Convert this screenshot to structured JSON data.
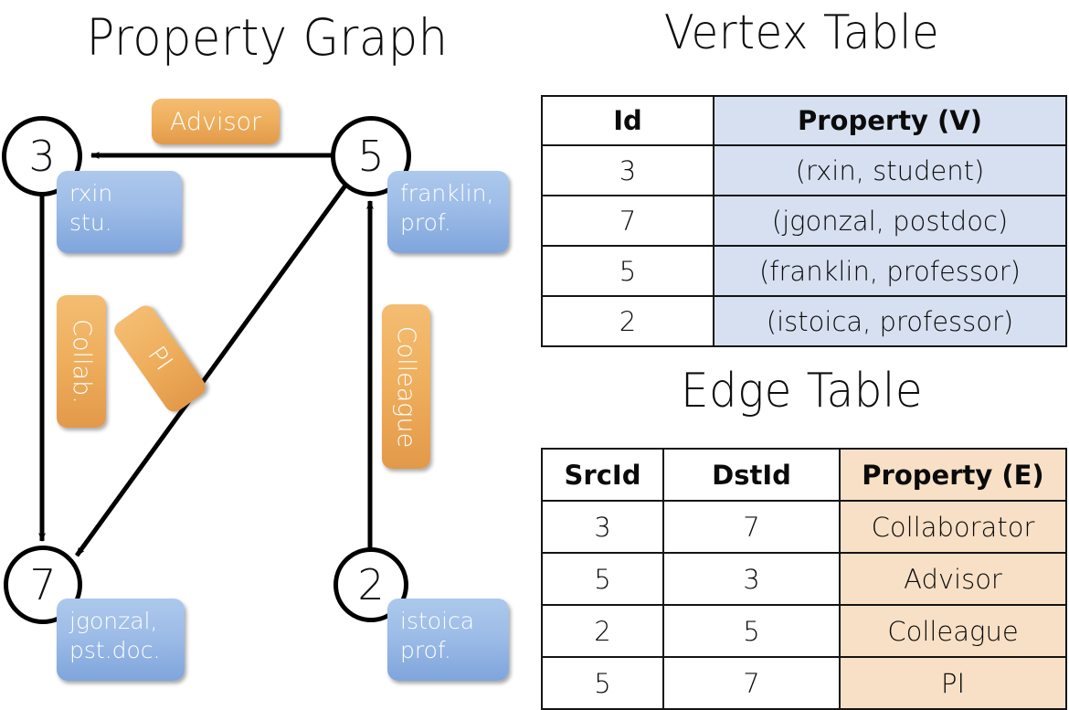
{
  "titles": {
    "graph": "Property Graph",
    "vertex_table": "Vertex Table",
    "edge_table": "Edge Table"
  },
  "colors": {
    "vertex_property_fill": "#d6e0f0",
    "edge_property_fill": "#f8e0c6",
    "node_box_blue": "#9dbce7",
    "edge_label_orange": "#eeae5c",
    "stroke": "#000000",
    "background": "#ffffff"
  },
  "graph": {
    "nodes": [
      {
        "id": "3",
        "property_line1": "rxin",
        "property_line2": "stu."
      },
      {
        "id": "5",
        "property_line1": "franklin,",
        "property_line2": "prof."
      },
      {
        "id": "7",
        "property_line1": "jgonzal,",
        "property_line2": "pst.doc."
      },
      {
        "id": "2",
        "property_line1": "istoica",
        "property_line2": "prof."
      }
    ],
    "edge_labels": [
      {
        "name": "advisor",
        "text": "Advisor"
      },
      {
        "name": "collab",
        "text": "Collab."
      },
      {
        "name": "pi",
        "text": "PI"
      },
      {
        "name": "colleague",
        "text": "Colleague"
      }
    ],
    "edges": [
      {
        "from": "5",
        "to": "3",
        "label": "Advisor"
      },
      {
        "from": "3",
        "to": "7",
        "label": "Collab."
      },
      {
        "from": "5",
        "to": "7",
        "label": "PI"
      },
      {
        "from": "2",
        "to": "5",
        "label": "Colleague"
      }
    ]
  },
  "vertex_table": {
    "headers": [
      "Id",
      "Property (V)"
    ],
    "rows": [
      {
        "id": "3",
        "property": "(rxin, student)"
      },
      {
        "id": "7",
        "property": "(jgonzal, postdoc)"
      },
      {
        "id": "5",
        "property": "(franklin, professor)"
      },
      {
        "id": "2",
        "property": "(istoica, professor)"
      }
    ]
  },
  "edge_table": {
    "headers": [
      "SrcId",
      "DstId",
      "Property (E)"
    ],
    "rows": [
      {
        "src": "3",
        "dst": "7",
        "property": "Collaborator"
      },
      {
        "src": "5",
        "dst": "3",
        "property": "Advisor"
      },
      {
        "src": "2",
        "dst": "5",
        "property": "Colleague"
      },
      {
        "src": "5",
        "dst": "7",
        "property": "PI"
      }
    ]
  }
}
